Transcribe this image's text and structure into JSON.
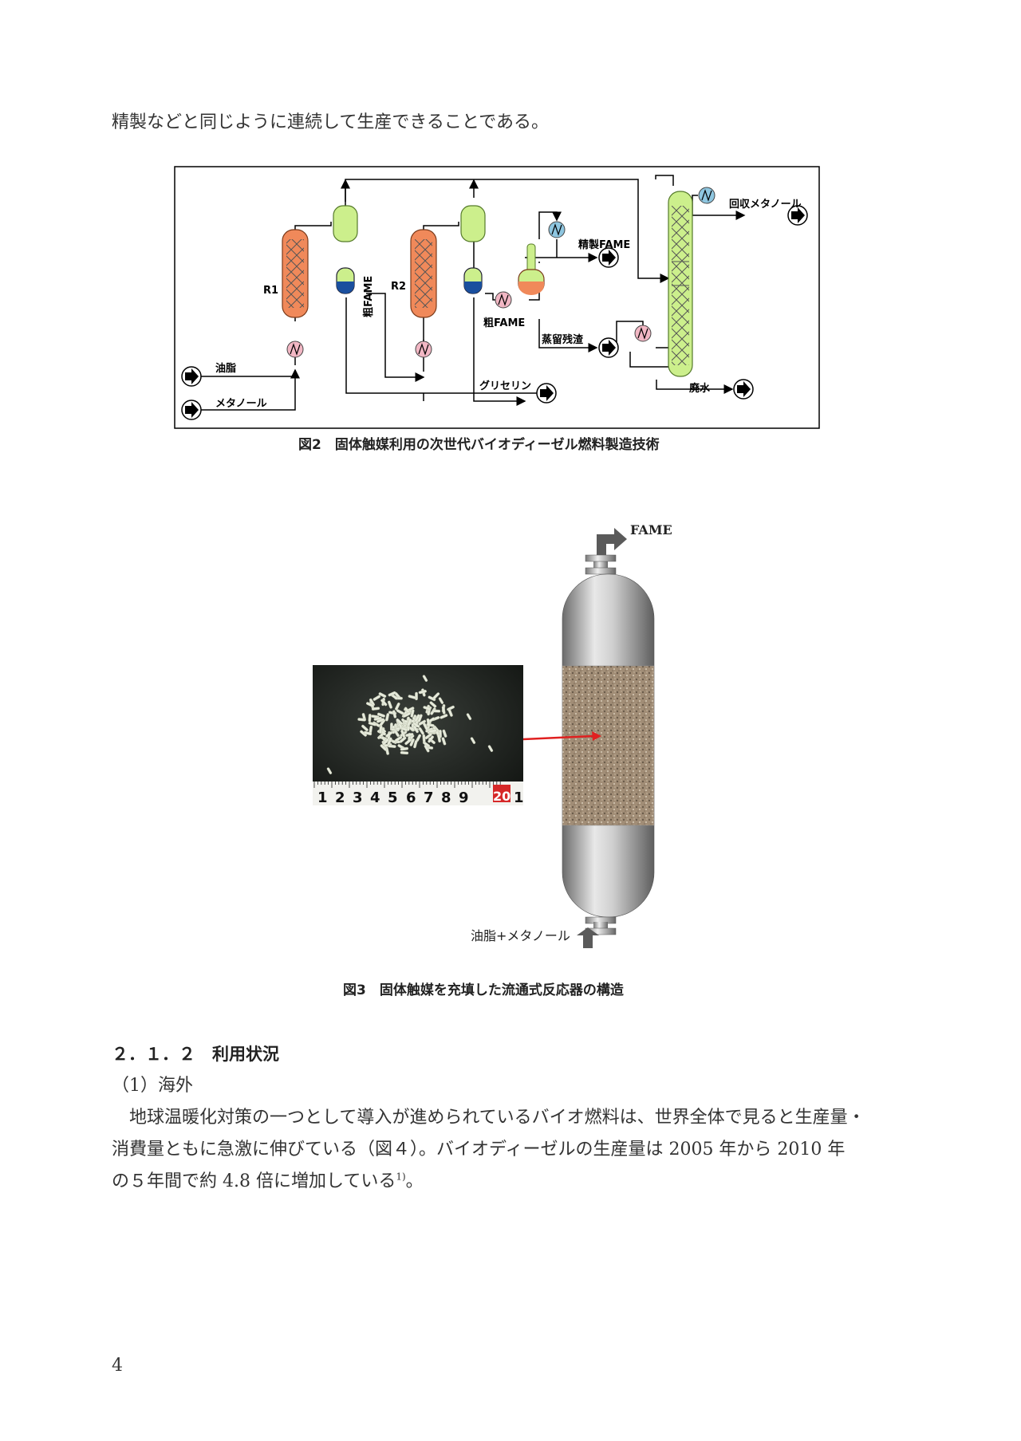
{
  "intro_line": "精製などと同じように連続して生産できることである。",
  "fig2": {
    "caption": "図2　固体触媒利用の次世代バイオディーゼル燃料製造技術",
    "labels": {
      "r1": "R1",
      "r2": "R2",
      "oil": "油脂",
      "methanol": "メタノール",
      "crude_fame_vertical": "粗FAME",
      "crude_fame": "粗FAME",
      "refined_fame": "精製FAME",
      "distillation_residue": "蒸留残渣",
      "glycerin": "グリセリン",
      "recovered_methanol": "回収メタノール",
      "wastewater": "廃水"
    }
  },
  "fig3": {
    "caption": "図3　固体触媒を充填した流通式反応器の構造",
    "fame_label": "FAME",
    "feed_label": "油脂+メタノール",
    "ruler_numbers": [
      "1",
      "2",
      "3",
      "4",
      "5",
      "6",
      "7",
      "8",
      "9",
      "20",
      "1"
    ]
  },
  "section": {
    "heading": "２．１．２　利用状況",
    "subheading": "（1）海外",
    "para_line1": "　地球温暖化対策の一つとして導入が進められているバイオ燃料は、世界全体で見ると生産量・",
    "para_line2": "消費量ともに急激に伸びている（図４）。バイオディーゼルの生産量は 2005 年から 2010 年",
    "para_line3": "の５年間で約 4.8 倍に増加している",
    "para_ref": "1)",
    "para_end": "。"
  },
  "page_number": "4",
  "colors": {
    "reactor_fill": "#f0895a",
    "separator_green": "#ccef8c",
    "separator_blue": "#1a4f9e",
    "heat_pink": "#f2b7c4",
    "condenser_blue": "#8ec6e0",
    "arrow_red": "#e02020"
  }
}
